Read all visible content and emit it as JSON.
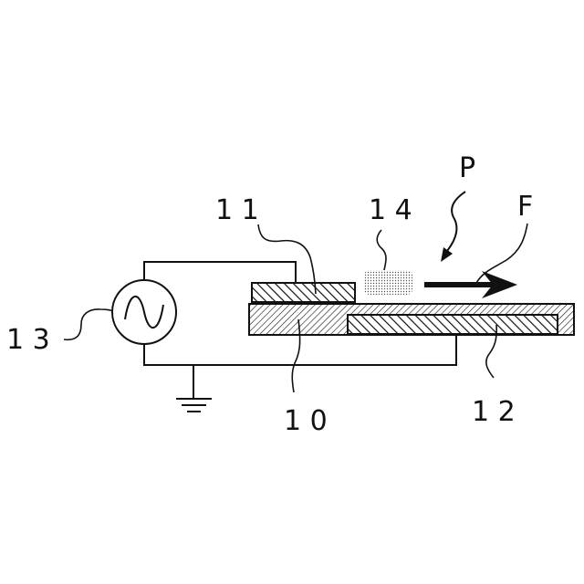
{
  "labels": {
    "substrate": "1 0",
    "electrode_upper": "1 1",
    "electrode_lower": "1 2",
    "ac_source": "1 3",
    "particle": "1 4",
    "arrow_p": "P",
    "arrow_f": "F"
  },
  "colors": {
    "stroke": "#111111",
    "background": "#ffffff"
  }
}
